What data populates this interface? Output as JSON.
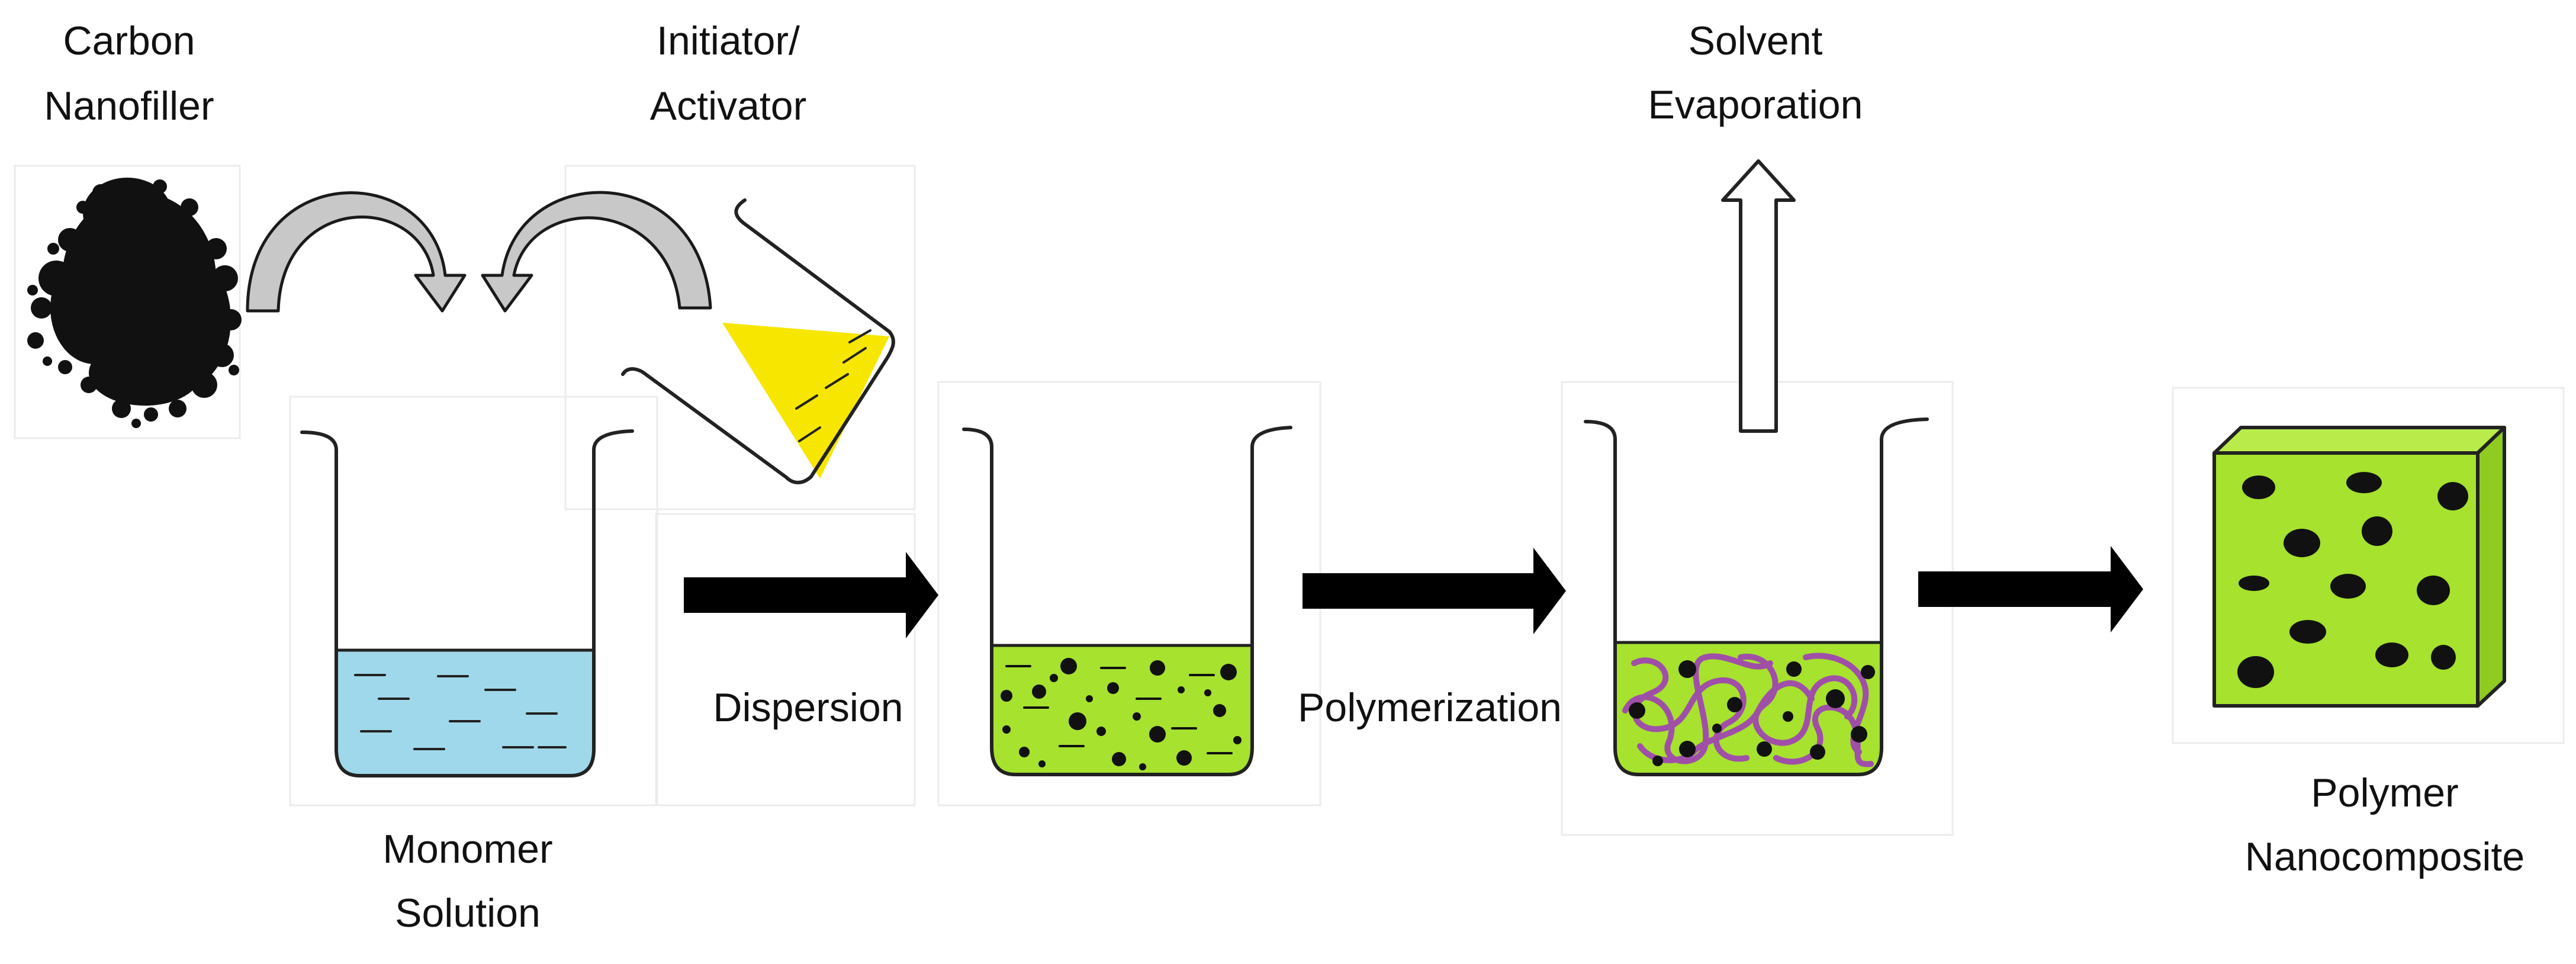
{
  "labels": {
    "carbon_line1": "Carbon",
    "carbon_line2": "Nanofiller",
    "initiator_line1": "Initiator/",
    "initiator_line2": "Activator",
    "solvent_line1": "Solvent",
    "solvent_line2": "Evaporation",
    "monomer_line1": "Monomer",
    "monomer_line2": "Solution",
    "dispersion": "Dispersion",
    "polymerization": "Polymerization",
    "product_line1": "Polymer",
    "product_line2": "Nanocomposite"
  },
  "colors": {
    "monomer_liquid": "#9fd8ea",
    "initiator_liquid": "#f7e600",
    "dispersion_liquid": "#a6e22e",
    "composite_front": "#a6e22e",
    "composite_top": "#b9ec4a",
    "composite_side": "#8fcb20",
    "polymer_chains": "#a04fa8",
    "nanofiller": "#111111",
    "curved_arrow_fill": "#c8c8c8",
    "process_arrow": "#000000",
    "outline": "#222222"
  },
  "icons": {
    "nanofiller": "carbon-powder-icon",
    "curved_arrow": "curved-arrow-icon",
    "beaker": "beaker-icon",
    "flask": "tilted-flask-icon",
    "process_arrow": "right-arrow-icon",
    "evaporation_arrow": "up-hollow-arrow-icon",
    "composite": "composite-block-icon"
  }
}
